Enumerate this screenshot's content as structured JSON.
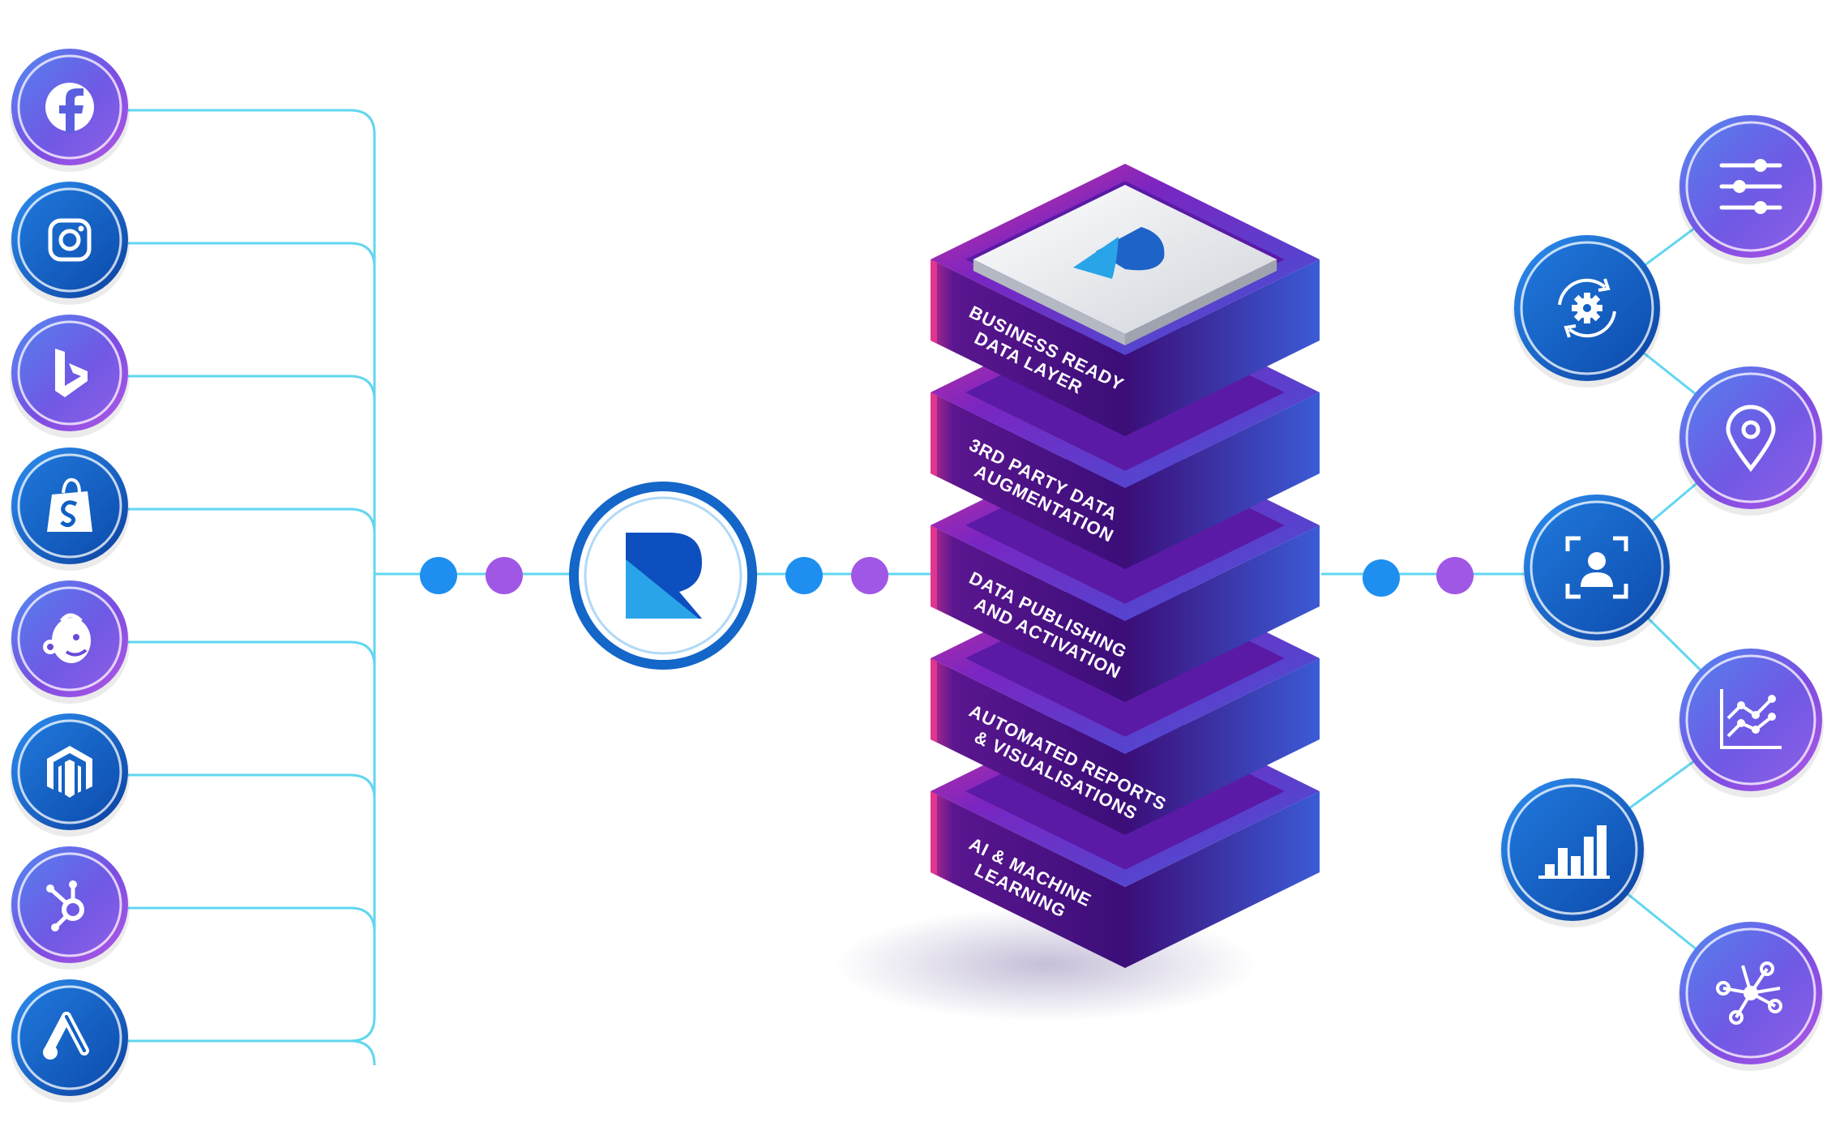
{
  "colors": {
    "line": "#62d6f0",
    "dot_blue": "#1e8ff0",
    "dot_purple": "#a157e6",
    "stack_dark": "#43127a",
    "stack_top": "#6a22b8",
    "stack_accent": "#e8368f",
    "stack_glow": "#4fe0ff",
    "icon_blue": "#0f5fc4",
    "icon_purple": "#7a4ce0"
  },
  "sources": [
    {
      "name": "facebook",
      "icon": "facebook-icon",
      "tone": "purple"
    },
    {
      "name": "instagram",
      "icon": "instagram-icon",
      "tone": "blue"
    },
    {
      "name": "bing",
      "icon": "bing-icon",
      "tone": "purple"
    },
    {
      "name": "shopify",
      "icon": "shopify-icon",
      "tone": "blue"
    },
    {
      "name": "mailchimp",
      "icon": "mailchimp-icon",
      "tone": "purple"
    },
    {
      "name": "magento",
      "icon": "magento-icon",
      "tone": "blue"
    },
    {
      "name": "hubspot",
      "icon": "hubspot-icon",
      "tone": "purple"
    },
    {
      "name": "google-ads",
      "icon": "google-ads-icon",
      "tone": "blue"
    }
  ],
  "hub": {
    "icon": "platform-logo-icon"
  },
  "stack": {
    "top_logo": "stack-logo-icon",
    "layers": [
      {
        "line1": "BUSINESS READY",
        "line2": "DATA LAYER"
      },
      {
        "line1": "3RD PARTY DATA",
        "line2": "AUGMENTATION"
      },
      {
        "line1": "DATA PUBLISHING",
        "line2": "AND ACTIVATION"
      },
      {
        "line1": "AUTOMATED REPORTS",
        "line2": "& VISUALISATIONS"
      },
      {
        "line1": "AI & MACHINE",
        "line2": "LEARNING"
      }
    ]
  },
  "outputs": [
    {
      "name": "settings",
      "icon": "sliders-icon",
      "tone": "purple"
    },
    {
      "name": "automation",
      "icon": "sync-gear-icon",
      "tone": "blue"
    },
    {
      "name": "location",
      "icon": "map-pin-icon",
      "tone": "purple"
    },
    {
      "name": "identity",
      "icon": "person-scan-icon",
      "tone": "blue"
    },
    {
      "name": "trends",
      "icon": "line-chart-icon",
      "tone": "purple"
    },
    {
      "name": "analytics",
      "icon": "bar-chart-icon",
      "tone": "blue"
    },
    {
      "name": "network",
      "icon": "network-icon",
      "tone": "purple"
    }
  ]
}
